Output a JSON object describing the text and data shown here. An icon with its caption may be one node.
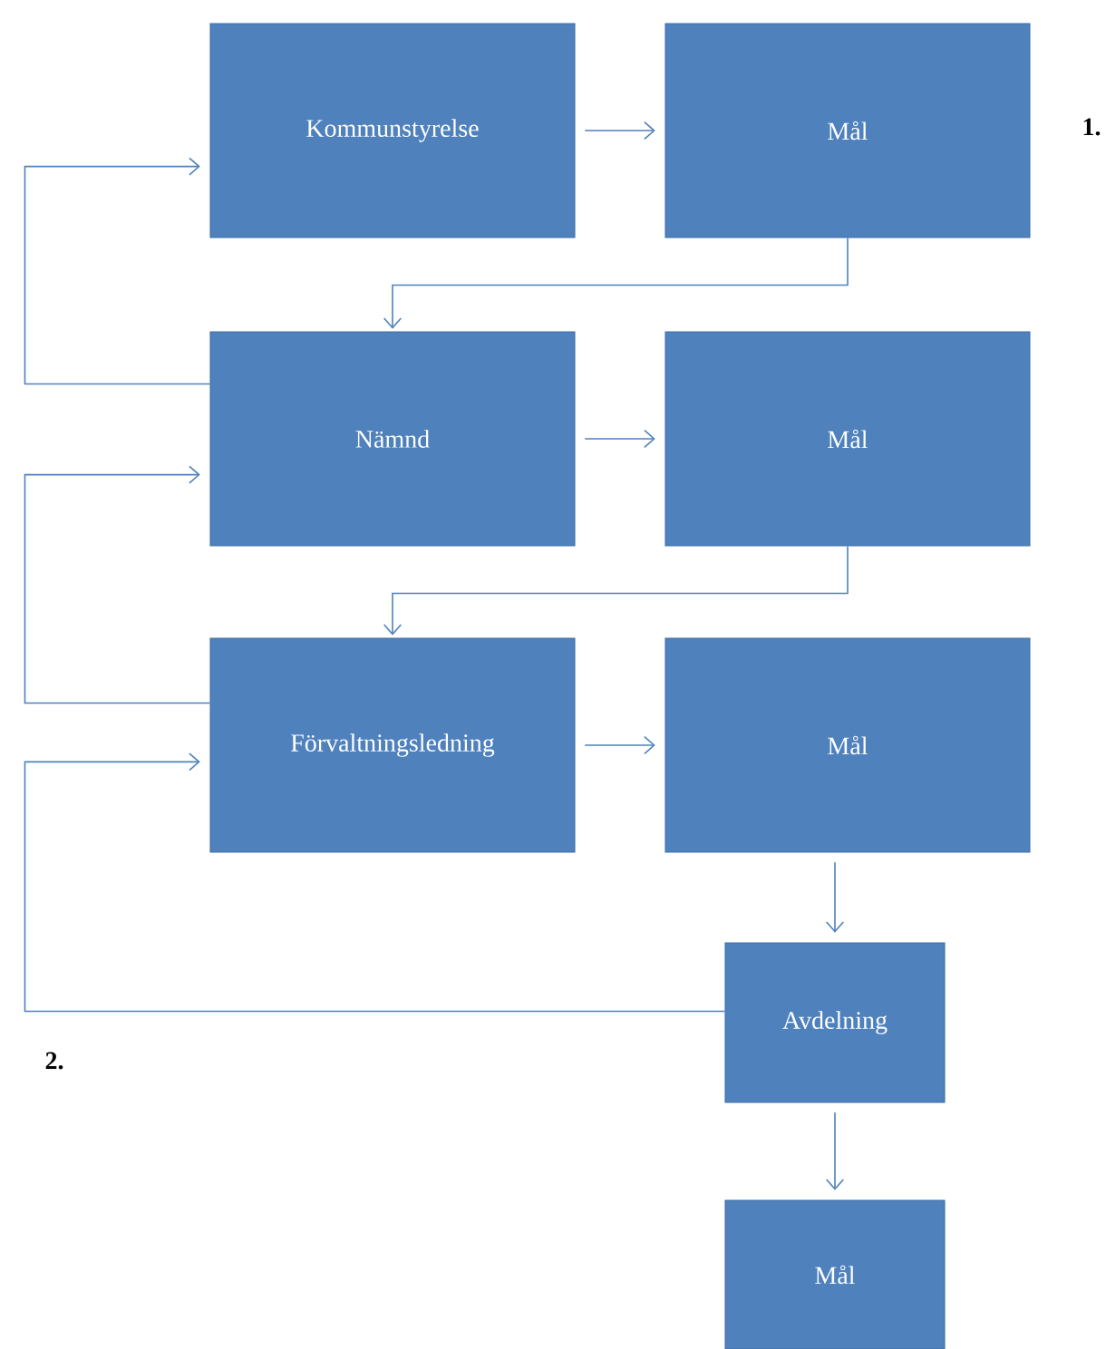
{
  "diagram": {
    "nodes": [
      {
        "text": [
          "Kommunstyrelse"
        ]
      },
      {
        "text": [
          "Mål"
        ]
      },
      {
        "text": [
          "Nämnd"
        ]
      },
      {
        "text": [
          "Mål"
        ]
      },
      {
        "text": [
          "Förvaltningsledning"
        ]
      },
      {
        "text": [
          "Mål"
        ]
      },
      {
        "text": [
          "Avdelning"
        ]
      },
      {
        "text": [
          "Mål"
        ]
      }
    ],
    "edges": [
      {
        "from": 0,
        "to": 1,
        "arrow": "to"
      },
      {
        "from": 1,
        "to": 2,
        "arrow": "to"
      },
      {
        "from": 2,
        "to": 0,
        "arrow": "to"
      },
      {
        "from": 2,
        "to": 3,
        "arrow": "to"
      },
      {
        "from": 3,
        "to": 4,
        "arrow": "to"
      },
      {
        "from": 4,
        "to": 2,
        "arrow": "to"
      },
      {
        "from": 4,
        "to": 5,
        "arrow": "to"
      },
      {
        "from": 5,
        "to": 6,
        "arrow": "to"
      },
      {
        "from": 6,
        "to": 4,
        "arrow": "to"
      },
      {
        "from": 6,
        "to": 7,
        "arrow": "to"
      }
    ],
    "labels": [
      "1.",
      "2."
    ]
  }
}
